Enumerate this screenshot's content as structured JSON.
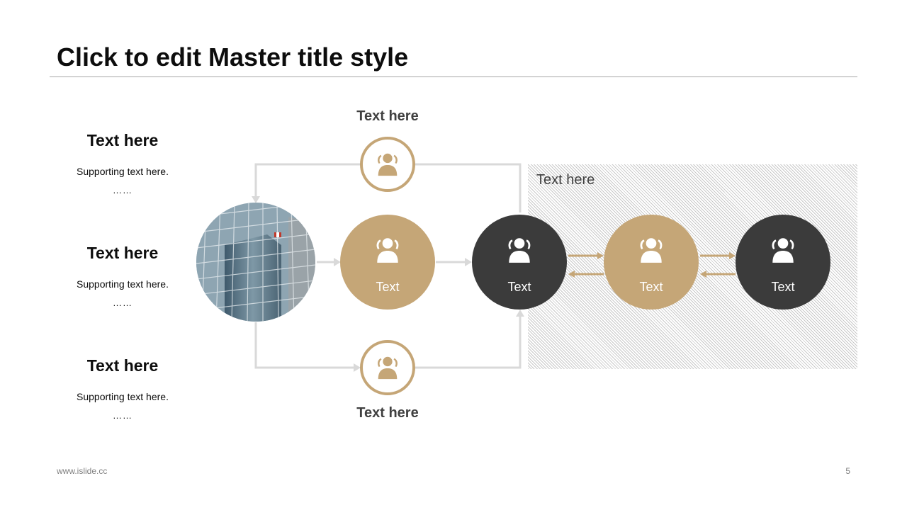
{
  "slide": {
    "title": "Click to edit Master title style",
    "footer": "www.islide.cc",
    "page_number": "5"
  },
  "left_items": [
    {
      "heading": "Text here",
      "support": "Supporting text here.",
      "dots": "……"
    },
    {
      "heading": "Text here",
      "support": "Supporting text here.",
      "dots": "……"
    },
    {
      "heading": "Text here",
      "support": "Supporting text here.",
      "dots": "……"
    }
  ],
  "diagram": {
    "top_node_label": "Text here",
    "bottom_node_label": "Text here",
    "panel_title": "Text here",
    "nodes": [
      {
        "label": "Text",
        "style": "gold"
      },
      {
        "label": "Text",
        "style": "dark"
      },
      {
        "label": "Text",
        "style": "gold"
      },
      {
        "label": "Text",
        "style": "dark"
      }
    ],
    "icon": "users-icon",
    "photo": "building-photo"
  },
  "colors": {
    "gold": "#c5a677",
    "dark": "#3b3b3b",
    "connector": "#d9d9d9",
    "text": "#404040"
  }
}
